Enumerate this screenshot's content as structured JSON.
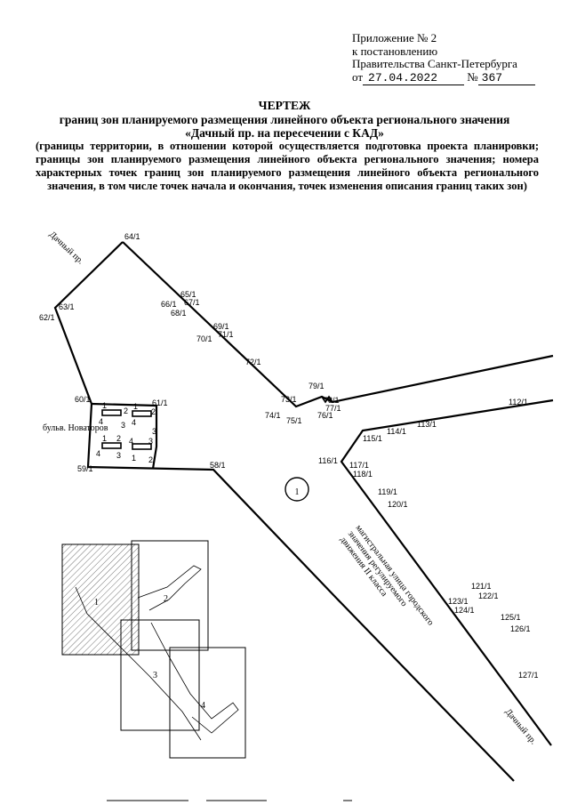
{
  "annex": {
    "line1": "Приложение № 2",
    "line2": "к постановлению",
    "line3": "Правительства Санкт-Петербурга",
    "date_prefix": "от",
    "date": "27.04.2022",
    "number_prefix": "№",
    "number": "367"
  },
  "heading": {
    "title": "ЧЕРТЕЖ",
    "line1": "границ зон планируемого размещения линейного объекта регионального значения",
    "line2": "«Дачный пр. на пересечении с КАД»",
    "description": "(границы территории, в отношении которой осуществляется подготовка проекта планировки; границы зон планируемого размещения линейного объекта регионального значения; номера характерных точек границ зон планируемого размещения линейного объекта регионального значения, в том числе точек начала и окончания, точек изменения описания границ таких зон)"
  },
  "map": {
    "streets": {
      "dachny_top": "Дачный пр.",
      "novatorov": "бульв. Новаторов",
      "road_class": "магистральная улица городского значения регулируемого движения II класса",
      "dachny_bottom": "Дачный пр."
    },
    "zone_number": "1",
    "points": {
      "p64": "64/1",
      "p63": "63/1",
      "p62": "62/1",
      "p65": "65/1",
      "p66": "66/1",
      "p67": "67/1",
      "p68": "68/1",
      "p69": "69/1",
      "p71": "71/1",
      "p70": "70/1",
      "p72": "72/1",
      "p73": "73/1",
      "p74": "74/1",
      "p75": "75/1",
      "p76": "76/1",
      "p77": "77/1",
      "p78": "78/1",
      "p79": "79/1",
      "p60": "60/1",
      "p61": "61/1",
      "p59": "59/1",
      "p58": "58/1",
      "p112": "112/1",
      "p113": "113/1",
      "p114": "114/1",
      "p115": "115/1",
      "p116": "116/1",
      "p117": "117/1",
      "p118": "118/1",
      "p119": "119/1",
      "p120": "120/1",
      "p121": "121/1",
      "p122": "122/1",
      "p123": "123/1",
      "p124": "124/1",
      "p125": "125/1",
      "p126": "126/1",
      "p127": "127/1"
    },
    "stop_digits": [
      "1",
      "2",
      "1",
      "2",
      "4",
      "3",
      "4",
      "3",
      "1",
      "2",
      "4",
      "3",
      "4",
      "3",
      "1",
      "2"
    ],
    "index_sheets": [
      "1",
      "2",
      "3",
      "4"
    ]
  }
}
